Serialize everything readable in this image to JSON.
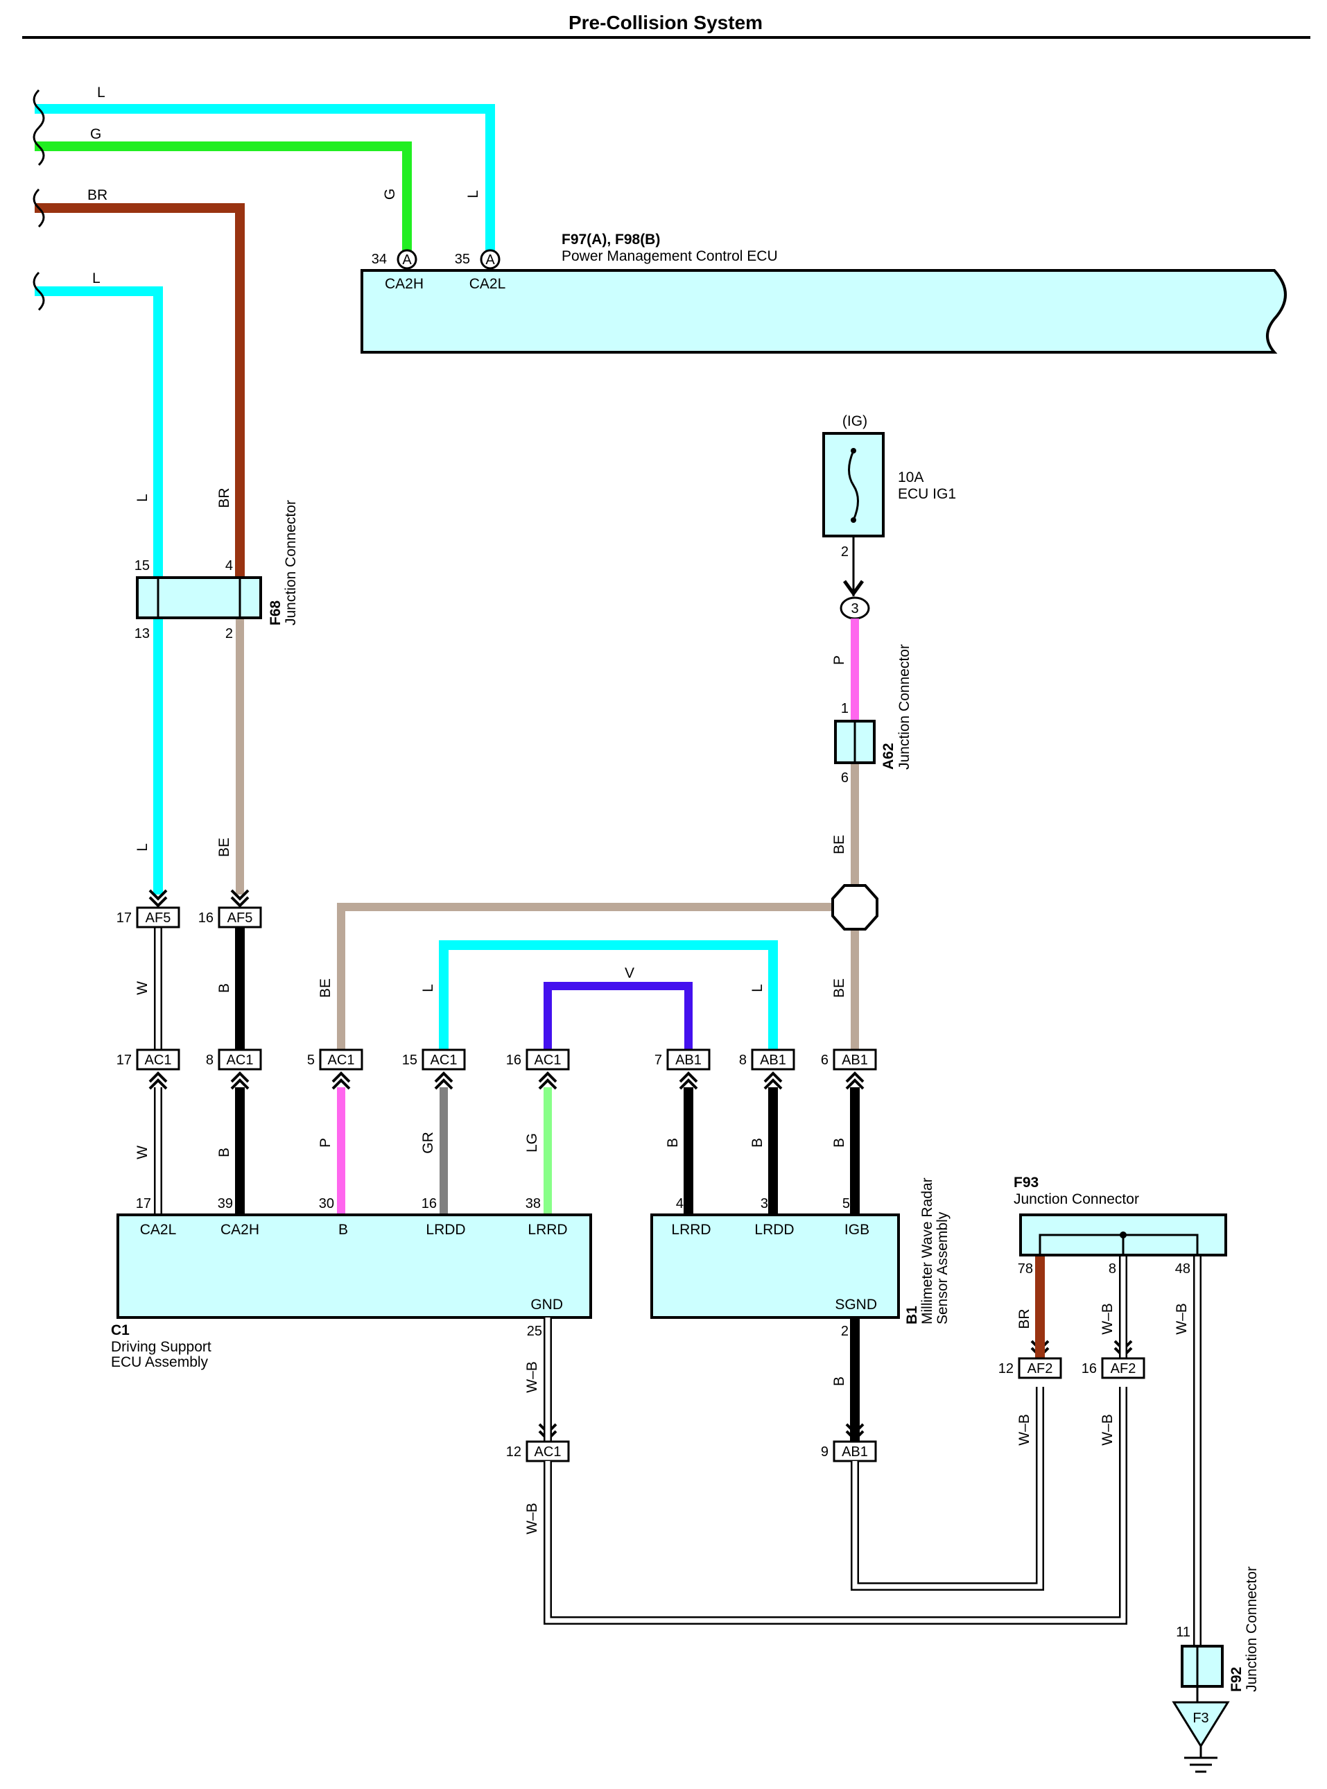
{
  "title": "Pre-Collision System",
  "colors": {
    "L": "#00ffff",
    "G": "#22ee22",
    "BR": "#993311",
    "BE": "#bba898",
    "B": "#000000",
    "P": "#ff66ee",
    "GR": "#808080",
    "LG": "#88ff88",
    "V": "#4411ee",
    "box_fill": "#ccffff"
  },
  "wire_labels": {
    "top_l": "L",
    "top_g": "G",
    "top_br": "BR",
    "left_l": "L",
    "vert_g": "G",
    "vert_l": "L",
    "f68_in_l": "L",
    "f68_in_br": "BR",
    "f68_out_l": "L",
    "f68_out_be": "BE",
    "af5_ac1_w": "W",
    "af5_ac1_b": "B",
    "be_branch": "BE",
    "l_loop_a": "L",
    "l_loop_b": "L",
    "v_wire": "V",
    "be_right": "BE",
    "p_a62": "P",
    "be_a62": "BE",
    "c1_w": "W",
    "c1_b": "B",
    "c1_p": "P",
    "c1_gr": "GR",
    "c1_lg": "LG",
    "b1_b4": "B",
    "b1_b3": "B",
    "b1_b5": "B",
    "gnd_wb": "W–B",
    "gnd_wb2": "W–B",
    "sgnd_b": "B",
    "f93_br": "BR",
    "f93_wb8": "W–B",
    "f93_wb48": "W–B",
    "af2_wb12": "W–B",
    "af2_wb16": "W–B"
  },
  "ecu": {
    "code": "F97(A), F98(B)",
    "name": "Power Management Control ECU",
    "pin34": "34",
    "pin35": "35",
    "conn": "A",
    "ca2h": "CA2H",
    "ca2l": "CA2L"
  },
  "fuse": {
    "ig": "(IG)",
    "rating": "10A",
    "name": "ECU IG1",
    "pin": "2",
    "conn": "3"
  },
  "f68": {
    "code": "F68",
    "name": "Junction Connector",
    "p15": "15",
    "p4": "4",
    "p13": "13",
    "p2": "2"
  },
  "a62": {
    "code": "A62",
    "name": "Junction Connector",
    "p1": "1",
    "p6": "6"
  },
  "connectors": {
    "af5": "AF5",
    "ac1": "AC1",
    "ab1": "AB1",
    "af2": "AF2",
    "af5_17": "17",
    "af5_16": "16",
    "ac1_17": "17",
    "ac1_8": "8",
    "ac1_5": "5",
    "ac1_15": "15",
    "ac1_16": "16",
    "ab1_7": "7",
    "ab1_8": "8",
    "ab1_6": "6",
    "ac1_12": "12",
    "ab1_9": "9",
    "af2_12": "12",
    "af2_16": "16"
  },
  "c1": {
    "code": "C1",
    "name1": "Driving Support",
    "name2": "ECU Assembly",
    "pins": [
      "17",
      "39",
      "30",
      "16",
      "38"
    ],
    "terms": [
      "CA2L",
      "CA2H",
      "B",
      "LRDD",
      "LRRD"
    ],
    "gnd": "GND",
    "gnd_pin": "25"
  },
  "b1": {
    "code": "B1",
    "name1": "Millimeter Wave Radar",
    "name2": "Sensor Assembly",
    "pins": [
      "4",
      "3",
      "5"
    ],
    "terms": [
      "LRRD",
      "LRDD",
      "IGB"
    ],
    "sgnd": "SGND",
    "sgnd_pin": "2"
  },
  "f93": {
    "code": "F93",
    "name": "Junction Connector",
    "p78": "78",
    "p8": "8",
    "p48": "48"
  },
  "f92": {
    "code": "F92",
    "name": "Junction Connector",
    "p11": "11",
    "ground": "F3"
  }
}
